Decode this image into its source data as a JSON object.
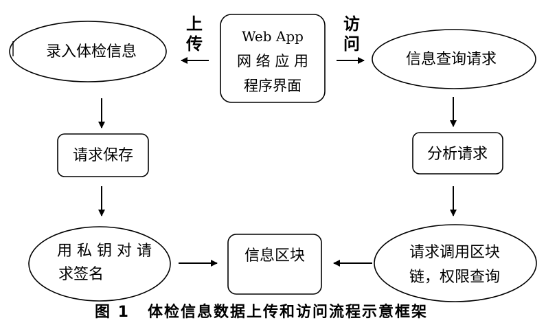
{
  "diagram": {
    "center_box": {
      "line1": "Web App",
      "line2": "网 络 应 用",
      "line3": "程序界面"
    },
    "upload_label": {
      "char1": "上",
      "char2": "传"
    },
    "access_label": {
      "char1": "访",
      "char2": "问"
    },
    "left_column": {
      "enter_info": "录入体检信息",
      "request_save": "请求保存",
      "sign_line1": "用 私 钥 对 请",
      "sign_line2": "求签名"
    },
    "right_column": {
      "query_request": "信息查询请求",
      "analyze_request": "分析请求",
      "invoke_line1": "请求调用区块",
      "invoke_line2": "链，权限查询"
    },
    "info_block": "信息区块",
    "caption": {
      "figure_no": "图 1",
      "title": "体检信息数据上传和访问流程示意框架"
    }
  },
  "colors": {
    "stroke": "#000000",
    "background": "#ffffff"
  }
}
